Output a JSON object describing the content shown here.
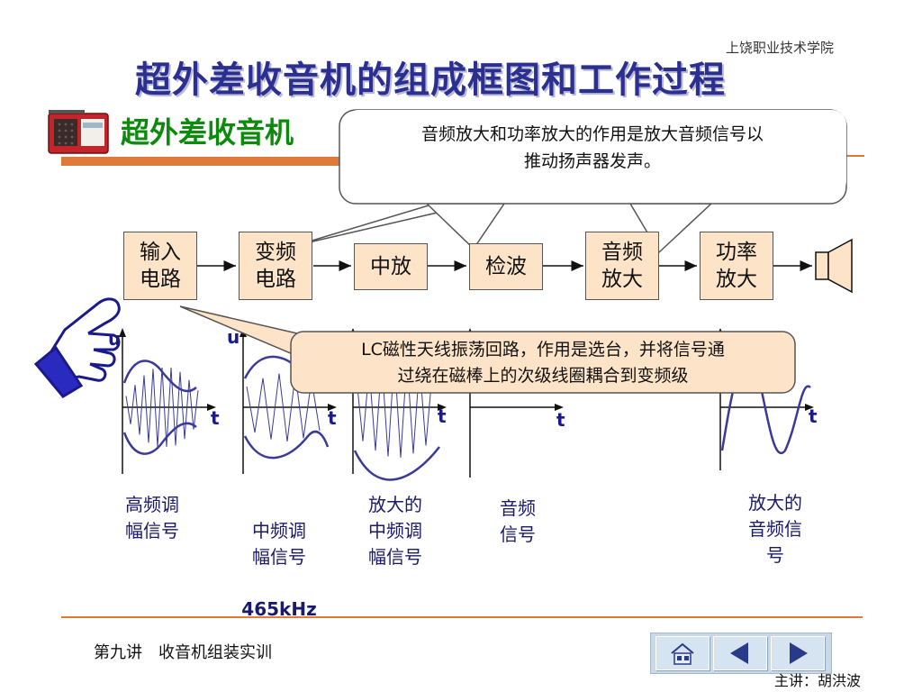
{
  "header": {
    "school": "上饶职业技术学院",
    "title": "超外差收音机的组成框图和工作过程",
    "subtitle": "超外差收音机"
  },
  "blocks": [
    {
      "label": "输入\n电路"
    },
    {
      "label": "变频\n电路"
    },
    {
      "label": "中放"
    },
    {
      "label": "检波"
    },
    {
      "label": "音频\n放大"
    },
    {
      "label": "功率\n放大"
    }
  ],
  "callouts": [
    {
      "text": "音频放大和功率放大的作用是放大音频信号以\n推动扬声器发声。"
    },
    {
      "text": "LC磁性天线振荡回路，作用是选台，并将信号通\n过绕在磁棒上的次级线圈耦合到变频级"
    }
  ],
  "axes": {
    "u": "u",
    "t": "t"
  },
  "captions": [
    {
      "text": "高频调\n幅信号"
    },
    {
      "text": "中频调\n幅信号",
      "freq": "465kHz"
    },
    {
      "text": "放大的\n中频调\n幅信号"
    },
    {
      "text": "音频\n信号"
    },
    {
      "text": "放大的\n音频信\n号"
    }
  ],
  "footer": {
    "lecture": "第九讲　收音机组装实训",
    "lecturer": "主讲：胡洪波"
  },
  "nav": {
    "items": [
      "home-icon",
      "arrow-left-icon",
      "arrow-right-icon"
    ]
  },
  "colors": {
    "title": "#2b2f8f",
    "subtitle": "#0c8a0c",
    "box_fill": "#fde4c8",
    "accent": "#e07a3a",
    "waveform": "#3a3a9a"
  }
}
